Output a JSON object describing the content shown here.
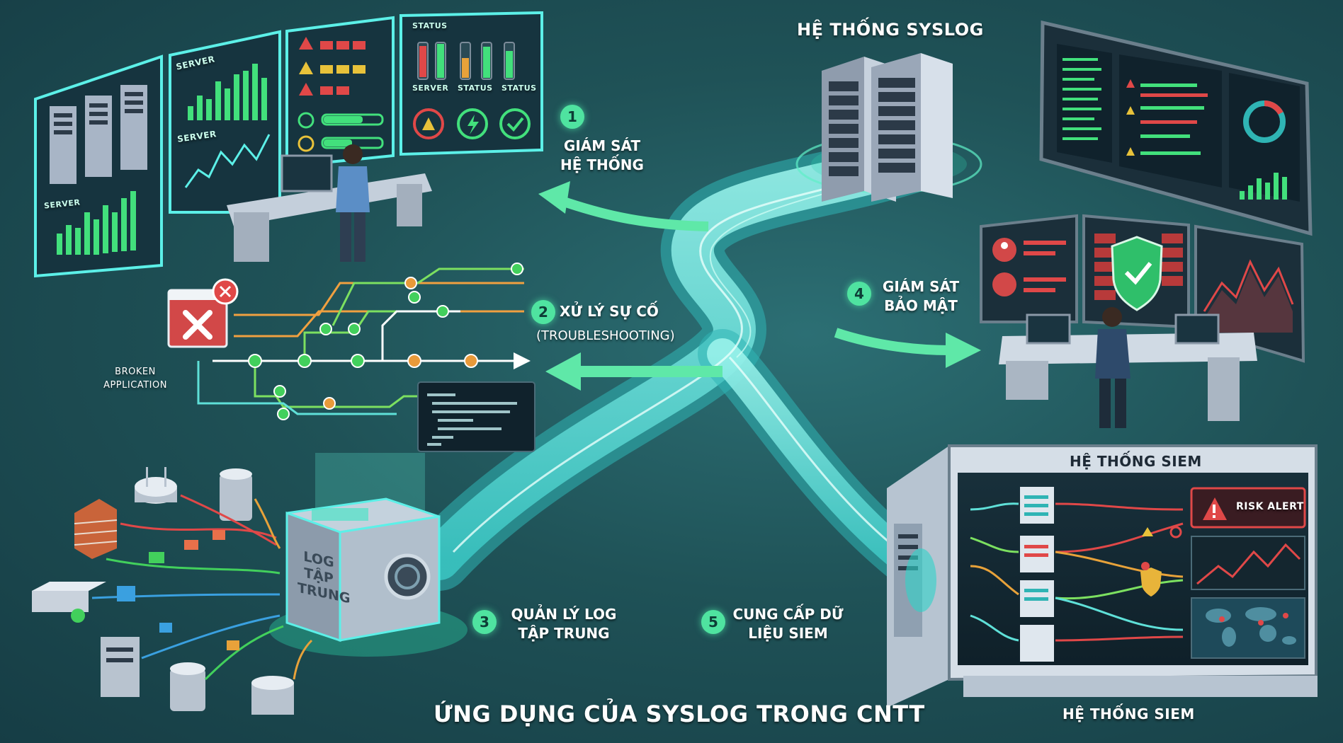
{
  "title": "ỨNG DỤNG CỦA SYSLOG TRONG CNTT",
  "center": {
    "label": "HỆ THỐNG SYSLOG"
  },
  "steps": [
    {
      "num": "1",
      "line1": "GIÁM SÁT",
      "line2": "HỆ THỐNG"
    },
    {
      "num": "2",
      "line1": "XỬ LÝ SỰ CỐ",
      "line2": "(TROUBLESHOOTING)"
    },
    {
      "num": "3",
      "line1": "QUẢN LÝ LOG",
      "line2": "TẬP TRUNG"
    },
    {
      "num": "4",
      "line1": "GIÁM SÁT",
      "line2": "BẢO MẬT"
    },
    {
      "num": "5",
      "line1": "CUNG CẤP DỮ",
      "line2": "LIỆU SIEM"
    }
  ],
  "monitoring": {
    "panel_server1": "SERVER",
    "panel_server2": "SERVER",
    "panel_side": "SERVER",
    "status_title": "STATUS",
    "status_labels": [
      "SERVER",
      "STATUS",
      "STATUS"
    ]
  },
  "troubleshooting": {
    "broken_line1": "BROKEN",
    "broken_line2": "APPLICATION"
  },
  "central_log": {
    "line1": "LOG",
    "line2": "TẬP",
    "line3": "TRUNG"
  },
  "siem": {
    "top_label": "HỆ THỐNG SIEM",
    "bottom_label": "HỆ THỐNG SIEM",
    "risk_alert": "RISK ALERT"
  },
  "colors": {
    "stream": "#4fe0d0",
    "accent_green": "#4fe3a0",
    "arrow": "#5fe8a8",
    "alert_red": "#e04848"
  }
}
